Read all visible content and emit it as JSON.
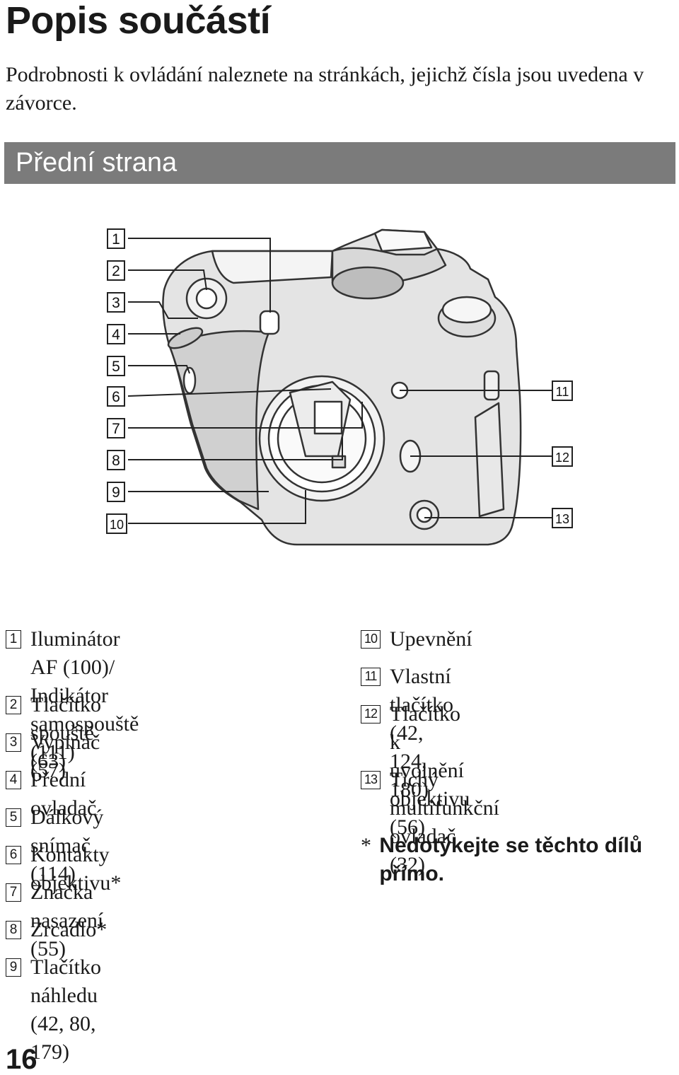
{
  "page": {
    "title": "Popis součástí",
    "intro": "Podrobnosti k ovládání naleznete na stránkách, jejichž čísla jsou uvedena v závorce.",
    "section_title": "Přední strana",
    "page_number": "16"
  },
  "figure": {
    "description_icon": "camera-front-illustration",
    "callouts": [
      "1",
      "2",
      "3",
      "4",
      "5",
      "6",
      "7",
      "8",
      "9",
      "10",
      "11",
      "12",
      "13"
    ]
  },
  "legend": {
    "left": [
      {
        "num": "1",
        "text": "Iluminátor AF (100)/\nIndikátor samospouště (111)"
      },
      {
        "num": "2",
        "text": "Tlačítko spouště (63)"
      },
      {
        "num": "3",
        "text": "Vypínač (57)"
      },
      {
        "num": "4",
        "text": "Přední ovladač"
      },
      {
        "num": "5",
        "text": "Dálkový snímač (114)"
      },
      {
        "num": "6",
        "text": "Kontakty objektivu*"
      },
      {
        "num": "7",
        "text": "Značka nasazení (55)"
      },
      {
        "num": "8",
        "text": "Zrcadlo*"
      },
      {
        "num": "9",
        "text": "Tlačítko náhledu (42, 80,\n179)"
      }
    ],
    "right": [
      {
        "num": "10",
        "text": "Upevnění"
      },
      {
        "num": "11",
        "text": "Vlastní tlačítko (42, 124, 180)"
      },
      {
        "num": "12",
        "text": "Tlačítko k uvolnění objektivu\n(56)"
      },
      {
        "num": "13",
        "text": "Tichý multifunkční ovladač\n(32)"
      }
    ],
    "note_mark": "*",
    "note": "Nedotýkejte se těchto dílů přímo."
  }
}
